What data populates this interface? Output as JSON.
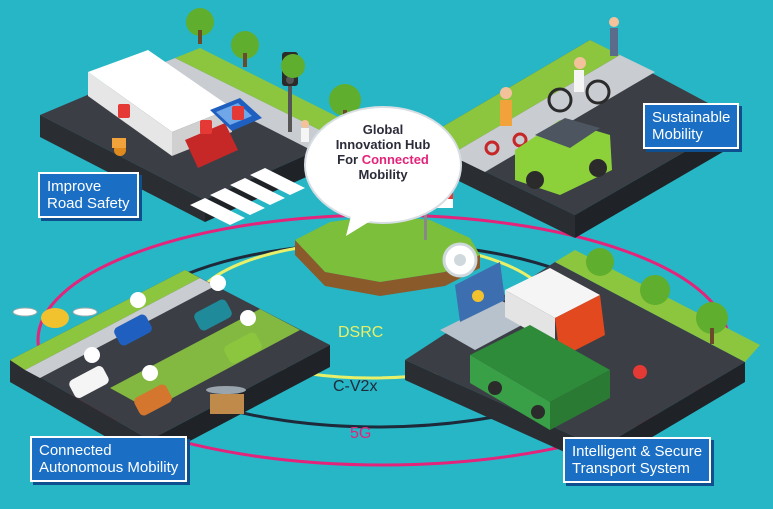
{
  "hub": {
    "line1": "Global",
    "line2": "Innovation Hub",
    "line3_prefix": "For ",
    "line3_accent": "Connected",
    "line4": "Mobility"
  },
  "labels": {
    "road_safety": [
      "Improve",
      "Road Safety"
    ],
    "sustainable": [
      "Sustainable",
      "Mobility"
    ],
    "autonomous": [
      "Connected",
      "Autonomous Mobility"
    ],
    "transport": [
      "Intelligent & Secure",
      "Transport System"
    ]
  },
  "rings": {
    "dsrc": "DSRC",
    "cv2x": "C-V2x",
    "fiveg": "5G"
  },
  "colors": {
    "background": "#27b6c6",
    "label_box": "#1a6fc4",
    "dsrc": "#e8f06a",
    "cv2x": "#1e2a3a",
    "fiveg": "#e4237a",
    "grass": "#8cc63f",
    "road": "#3b3f45",
    "island": "#7bbf3a"
  }
}
